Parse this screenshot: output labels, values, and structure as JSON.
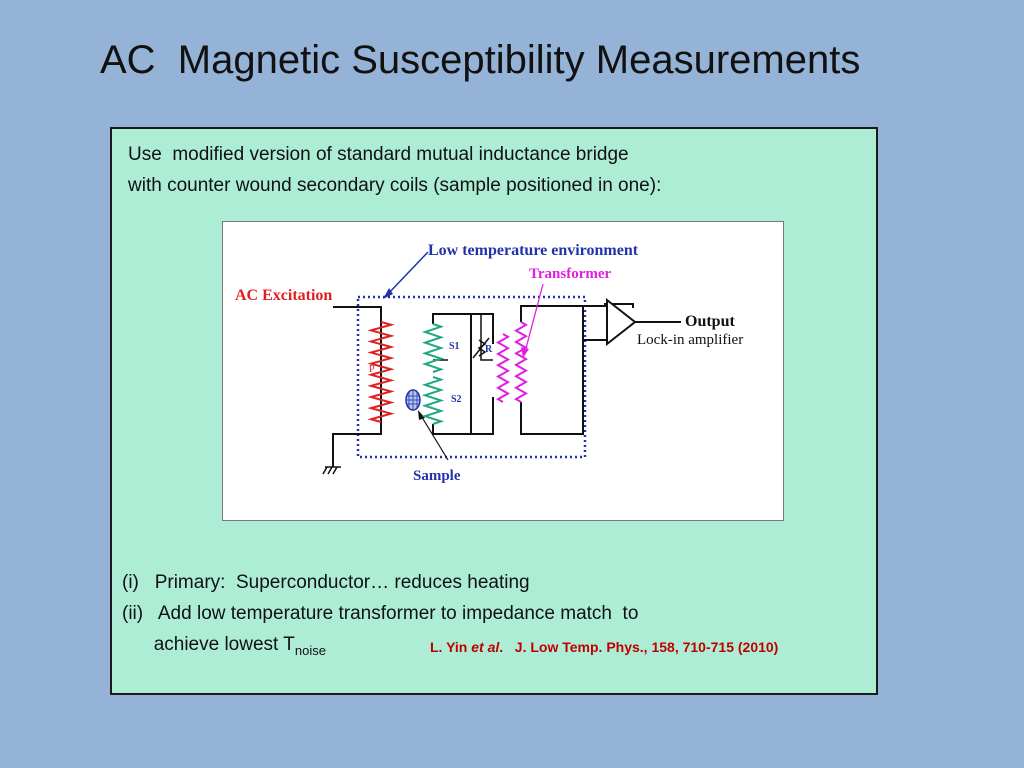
{
  "slide": {
    "title": "AC  Magnetic Susceptibility Measurements",
    "intro_line1": "Use  modified version of standard mutual inductance bridge",
    "intro_line2": "with counter wound secondary coils (sample positioned in one):",
    "note1": "(i)   Primary:  Superconductor… reduces heating",
    "note2": "(ii)   Add low temperature transformer to impedance match  to",
    "note3_main": "achieve lowest T",
    "note3_sub": "noise",
    "citation_author": "L. Yin ",
    "citation_etal": "et al",
    "citation_rest": ".   J. Low Temp. Phys., 158, 710-715 (2010)"
  },
  "diagram": {
    "label_low_temp": "Low temperature environment",
    "label_transformer": "Transformer",
    "label_ac_excitation": "AC Excitation",
    "label_output": "Output",
    "label_lockin": "Lock-in amplifier",
    "label_s1": "S1",
    "label_s2": "S2",
    "label_r": "R",
    "label_p": "P",
    "label_sample": "Sample"
  },
  "colors": {
    "background": "#95b3d7",
    "panel": "#aeedd5",
    "primary_coil": "#e02020",
    "secondary_coil": "#1fa882",
    "transformer": "#e020e0",
    "environment_box": "#2233aa",
    "citation": "#c00000"
  }
}
